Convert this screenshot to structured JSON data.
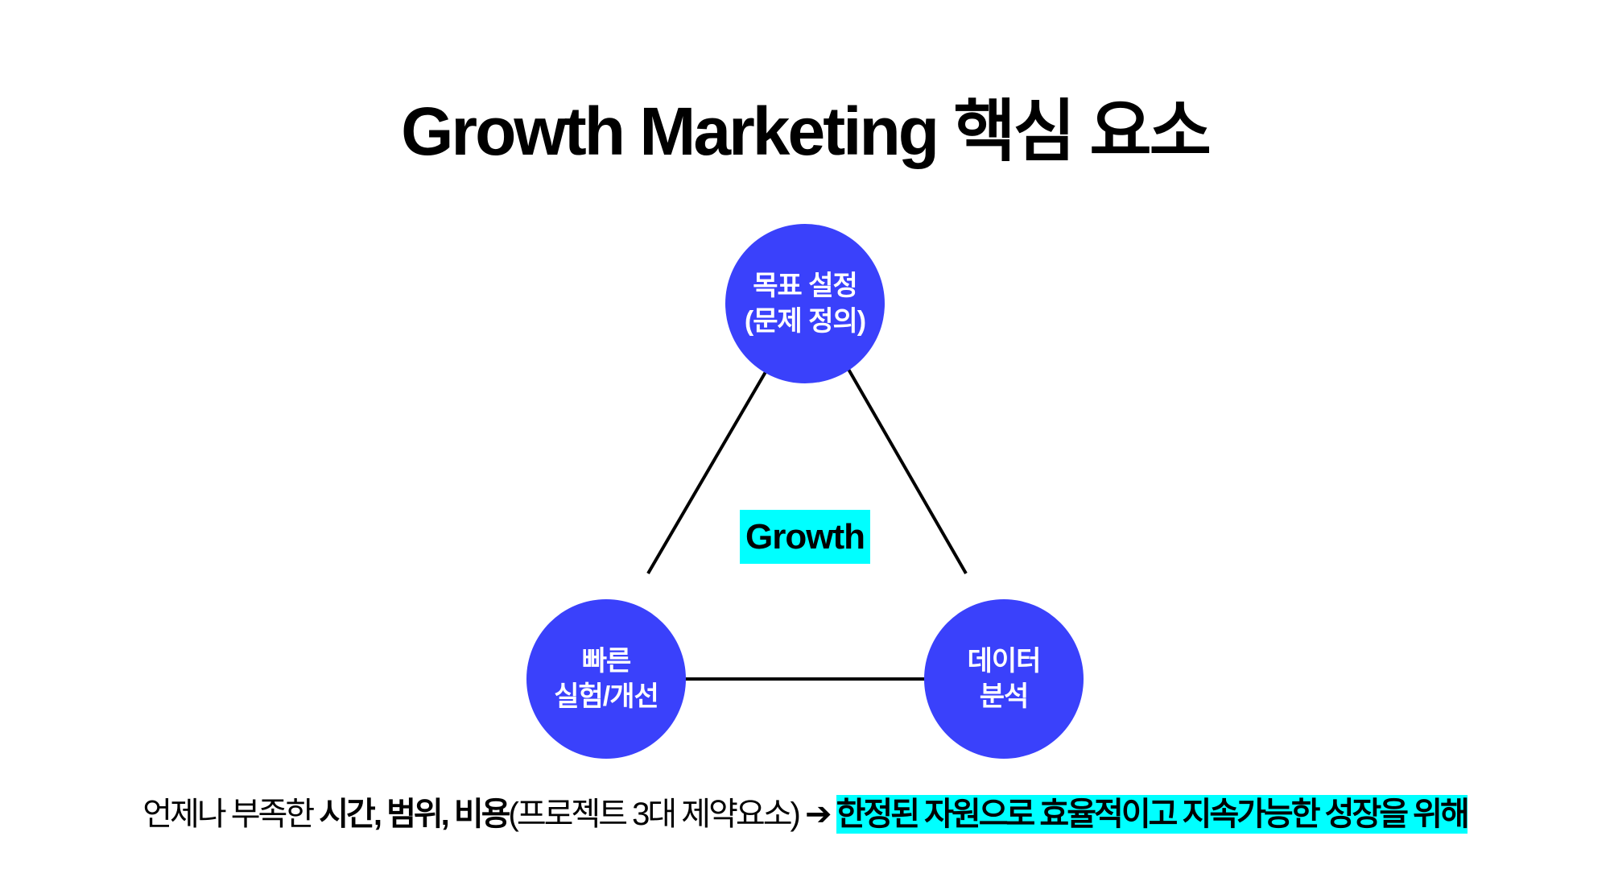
{
  "title": "Growth Marketing 핵심 요소",
  "diagram": {
    "center_label": "Growth",
    "nodes": [
      {
        "id": "goal",
        "line1": "목표 설정",
        "line2": "(문제 정의)"
      },
      {
        "id": "experiment",
        "line1": "빠른",
        "line2": "실험/개선"
      },
      {
        "id": "data",
        "line1": "데이터",
        "line2": "분석"
      }
    ],
    "colors": {
      "node": "#3a41fb",
      "highlight": "#00ffff",
      "line": "#000000"
    }
  },
  "footer": {
    "prefix": "언제나 부족한 ",
    "bold_constraints": "시간, 범위, 비용",
    "paren": "(프로젝트 3대 제약요소) ",
    "arrow": "➔ ",
    "highlight": "한정된 자원으로 효율적이고 지속가능한 성장을 위해"
  }
}
